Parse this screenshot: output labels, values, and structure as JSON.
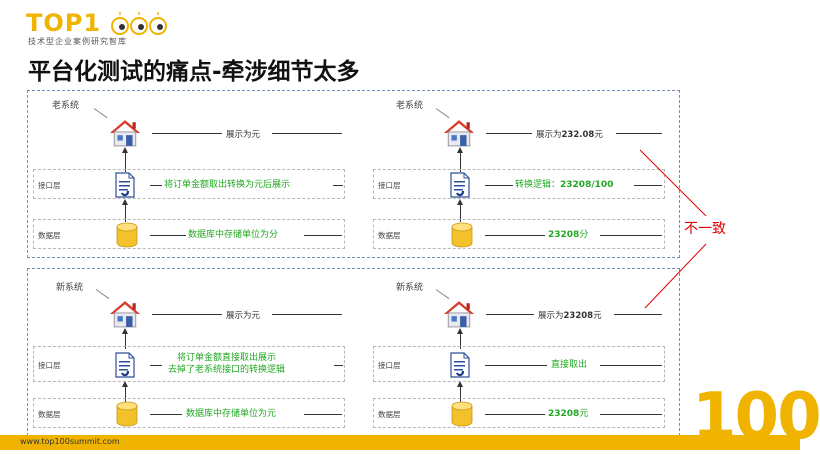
{
  "logo": {
    "text": "TOP1",
    "sub": "技术型企业案例研究智库"
  },
  "title": "平台化测试的痛点-牵涉细节太多",
  "labels": {
    "interface_layer": "接口层",
    "data_layer": "数据层"
  },
  "old_left": {
    "name": "老系统",
    "display": "展示为元",
    "interface": "将订单金额取出转换为元后展示",
    "data": "数据库中存储单位为分"
  },
  "old_right": {
    "name": "老系统",
    "display_prefix": "展示为",
    "display_value": "232.08",
    "display_suffix": "元",
    "interface_prefix": "转换逻辑：",
    "interface_value": "23208/100",
    "data_value": "23208",
    "data_suffix": "分"
  },
  "new_left": {
    "name": "新系统",
    "display": "展示为元",
    "interface_line1": "将订单金额直接取出展示",
    "interface_line2": "去掉了老系统接口的转换逻辑",
    "data": "数据库中存储单位为元"
  },
  "new_right": {
    "name": "新系统",
    "display_prefix": "展示为",
    "display_value": "23208",
    "display_suffix": "元",
    "interface": "直接取出",
    "data_value": "23208",
    "data_suffix": "元"
  },
  "callout": "不一致",
  "footer": {
    "url": "www.top100summit.com",
    "mark": "100"
  },
  "colors": {
    "brand": "#f0b400",
    "note_green": "#22a822",
    "alert_red": "#e00000",
    "panel_border": "#6f8fb8"
  }
}
